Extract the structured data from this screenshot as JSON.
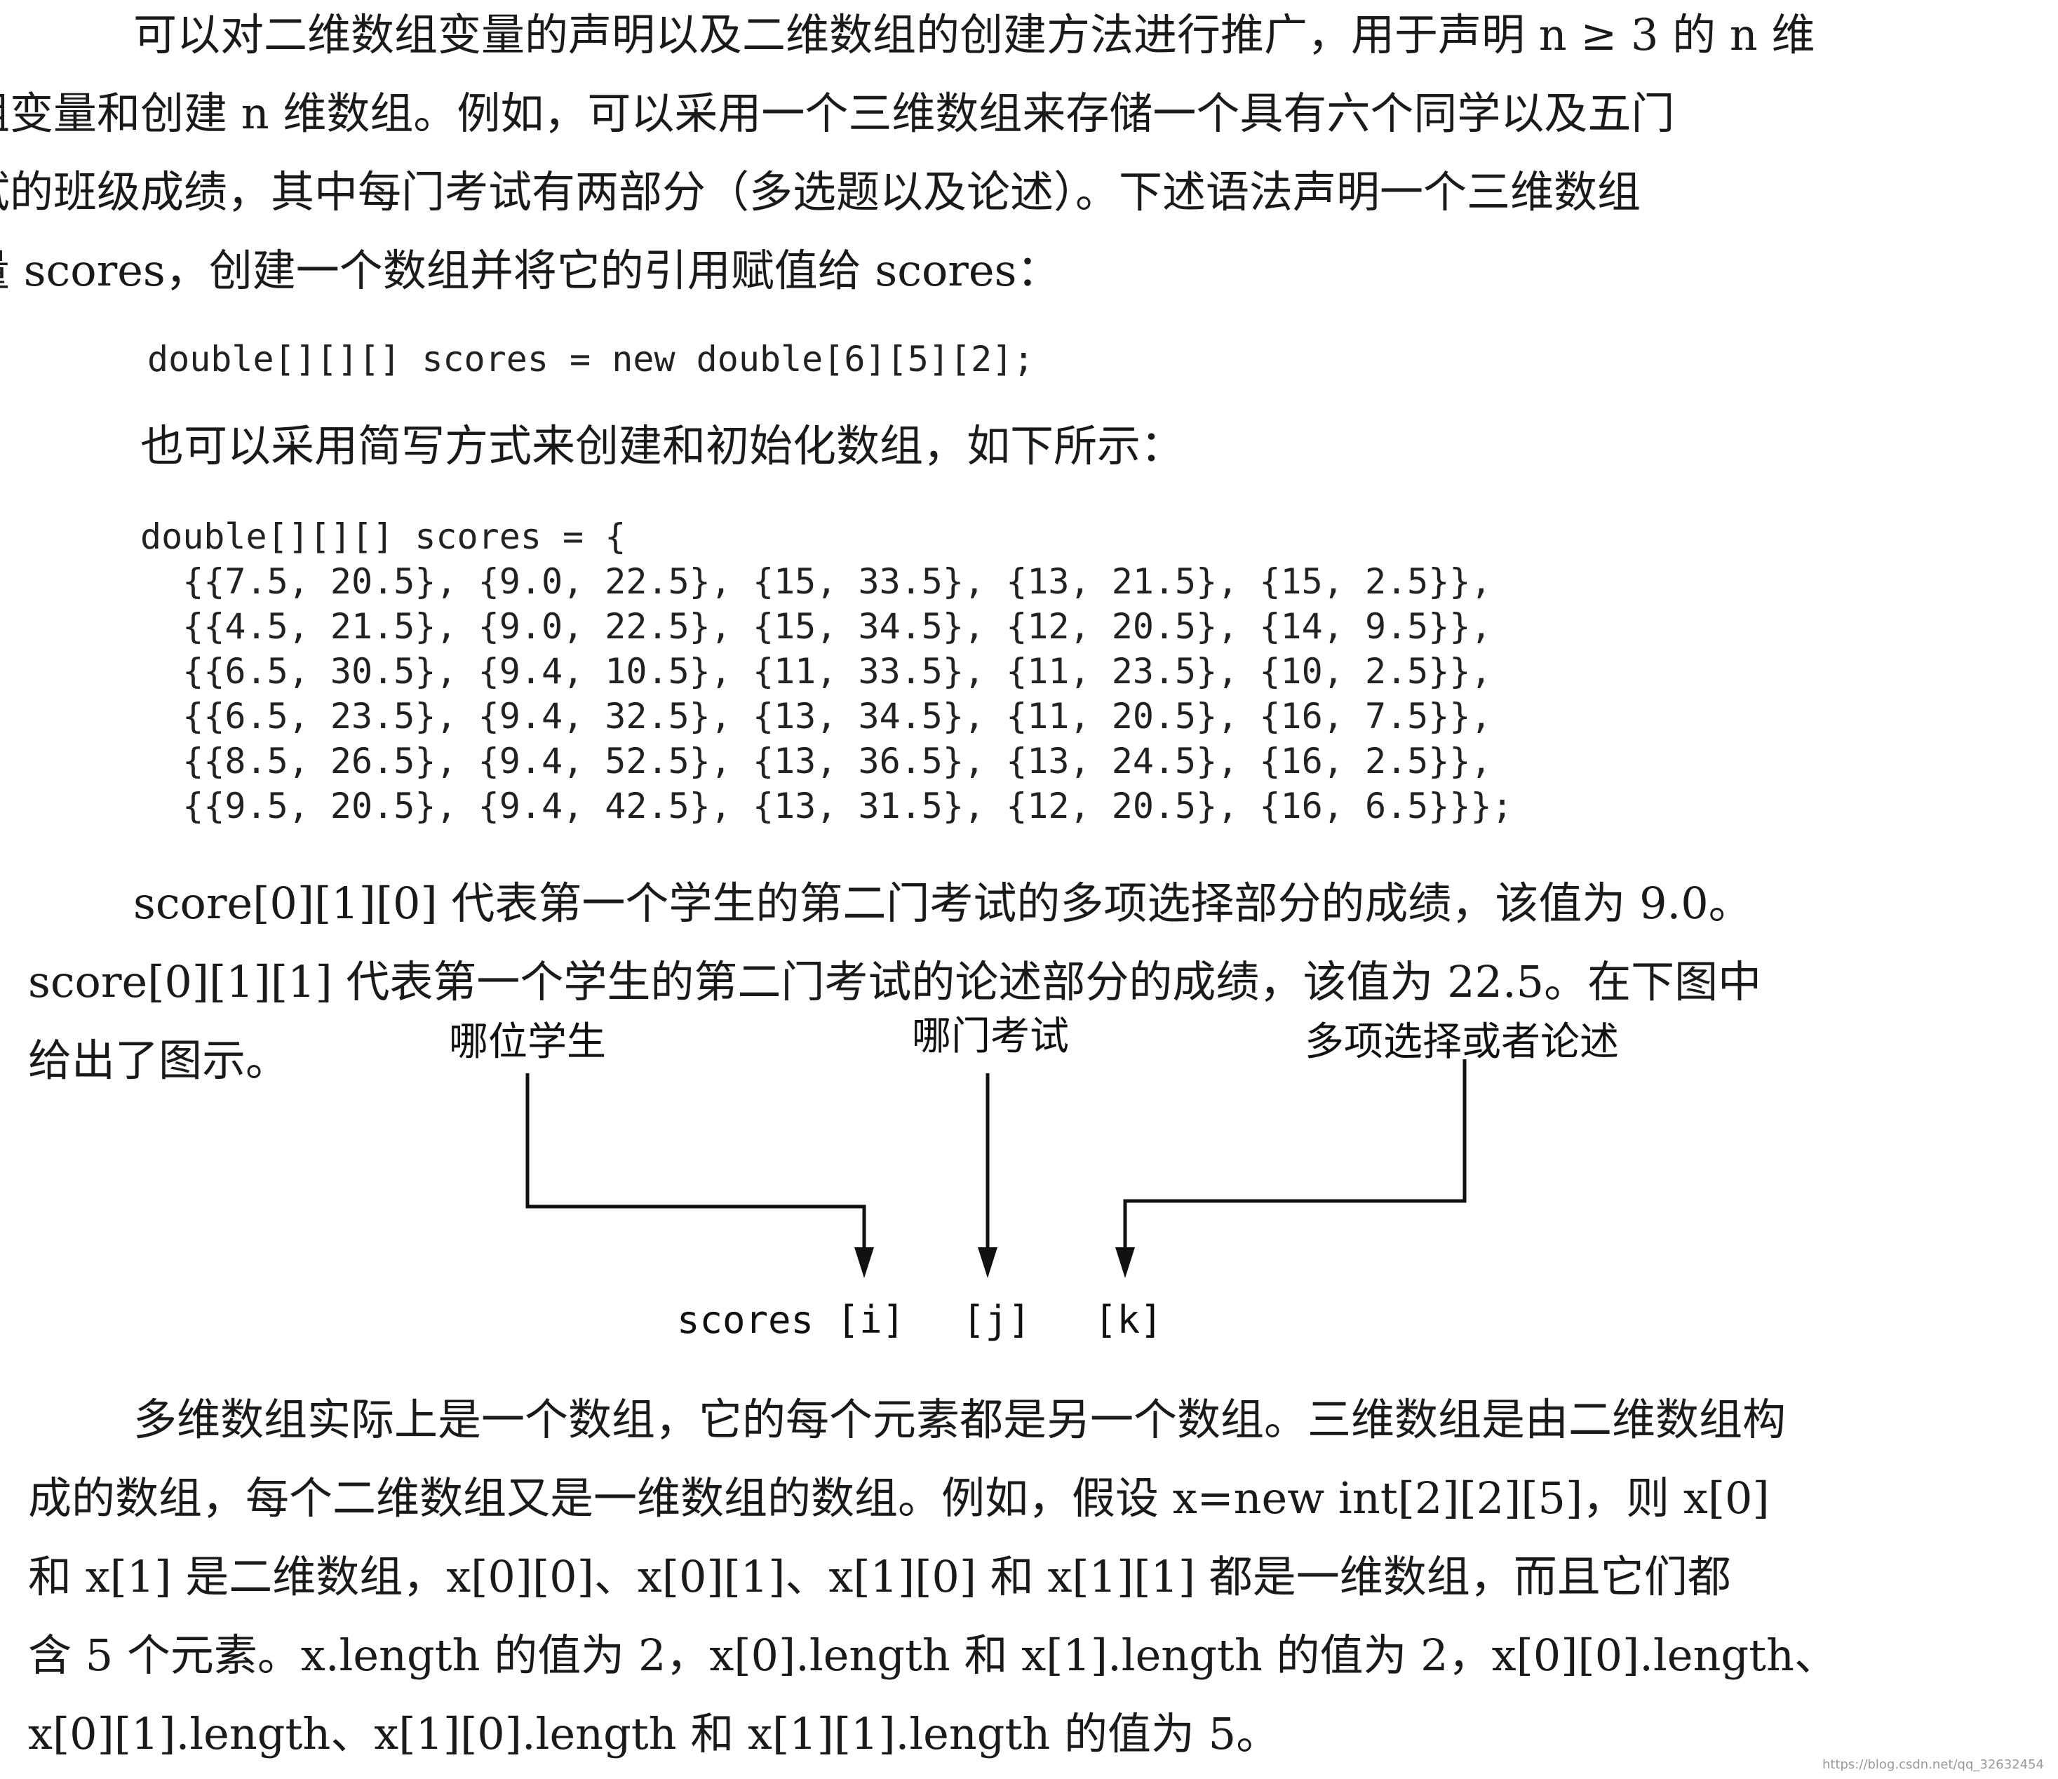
{
  "intro": {
    "lines": [
      "可以对二维数组变量的声明以及二维数组的创建方法进行推广，用于声明 n ≥ 3 的 n 维",
      "数组变量和创建 n 维数组。例如，可以采用一个三维数组来存储一个具有六个同学以及五门",
      "考试的班级成绩，其中每门考试有两部分（多选题以及论述）。下述语法声明一个三维数组",
      "变量 scores，创建一个数组并将它的引用赋值给 scores："
    ]
  },
  "code1": "double[][][] scores = new double[6][5][2];",
  "shorthand_text": "也可以采用简写方式来创建和初始化数组，如下所示：",
  "code2": {
    "header": "double[][][] scores = {",
    "rows": [
      "  {{7.5, 20.5}, {9.0, 22.5}, {15, 33.5}, {13, 21.5}, {15, 2.5}},",
      "  {{4.5, 21.5}, {9.0, 22.5}, {15, 34.5}, {12, 20.5}, {14, 9.5}},",
      "  {{6.5, 30.5}, {9.4, 10.5}, {11, 33.5}, {11, 23.5}, {10, 2.5}},",
      "  {{6.5, 23.5}, {9.4, 32.5}, {13, 34.5}, {11, 20.5}, {16, 7.5}},",
      "  {{8.5, 26.5}, {9.4, 52.5}, {13, 36.5}, {13, 24.5}, {16, 2.5}},",
      "  {{9.5, 20.5}, {9.4, 42.5}, {13, 31.5}, {12, 20.5}, {16, 6.5}}};"
    ]
  },
  "explain": {
    "lines": [
      "score[0][1][0] 代表第一个学生的第二门考试的多项选择部分的成绩，该值为 9.0。",
      "score[0][1][1] 代表第一个学生的第二门考试的论述部分的成绩，该值为 22.5。在下图中",
      "给出了图示。"
    ]
  },
  "diagram": {
    "label_student": "哪位学生",
    "label_exam": "哪门考试",
    "label_part": "多项选择或者论述",
    "expr_scores": "scores [i]",
    "expr_j": "[j]",
    "expr_k": "[k]"
  },
  "bottom": {
    "lines": [
      "多维数组实际上是一个数组，它的每个元素都是另一个数组。三维数组是由二维数组构",
      "成的数组，每个二维数组又是一维数组的数组。例如，假设 x=new int[2][2][5]，则 x[0]",
      "和 x[1] 是二维数组，x[0][0]、x[0][1]、x[1][0] 和 x[1][1] 都是一维数组，而且它们都",
      "含 5 个元素。x.length 的值为 2，x[0].length 和 x[1].length 的值为 2，x[0][0].length、",
      "x[0][1].length、x[1][0].length 和 x[1][1].length 的值为 5。"
    ]
  },
  "watermark": "https://blog.csdn.net/qq_32632454"
}
